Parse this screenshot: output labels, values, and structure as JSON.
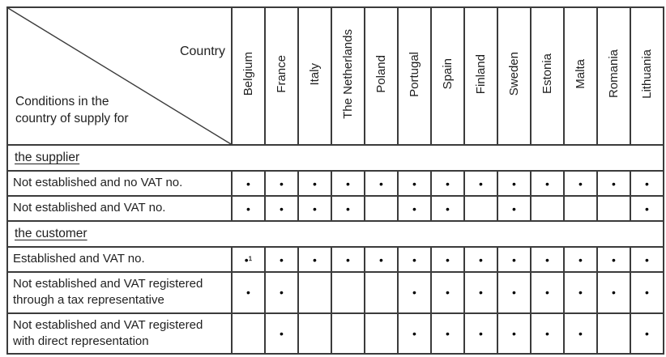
{
  "header": {
    "corner_top_label": "Country",
    "corner_bottom_label": "Conditions in the\ncountry of supply for",
    "countries": [
      "Belgium",
      "France",
      "Italy",
      "The Netherlands",
      "Poland",
      "Portugal",
      "Spain",
      "Finland",
      "Sweden",
      "Estonia",
      "Malta",
      "Romania",
      "Lithuania"
    ]
  },
  "sections": [
    {
      "title": "the supplier",
      "rows": [
        {
          "label": "Not established and no VAT no.",
          "marks": [
            "•",
            "•",
            "•",
            "•",
            "•",
            "•",
            "•",
            "•",
            "•",
            "•",
            "•",
            "•",
            "•"
          ]
        },
        {
          "label": "Not established and VAT no.",
          "marks": [
            "•",
            "•",
            "•",
            "•",
            "",
            "•",
            "•",
            "",
            "•",
            "",
            "",
            "",
            "•"
          ]
        }
      ]
    },
    {
      "title": "the customer",
      "rows": [
        {
          "label": "Established and VAT no.",
          "marks": [
            "•¹",
            "•",
            "•",
            "•",
            "•",
            "•",
            "•",
            "•",
            "•",
            "•",
            "•",
            "•",
            "•"
          ]
        },
        {
          "label": "Not established and VAT registered through a tax representative",
          "marks": [
            "•",
            "•",
            "",
            "",
            "",
            "•",
            "•",
            "•",
            "•",
            "•",
            "•",
            "•",
            "•"
          ]
        },
        {
          "label": "Not established and VAT registered with direct representation",
          "marks": [
            "",
            "•",
            "",
            "",
            "",
            "•",
            "•",
            "•",
            "•",
            "•",
            "•",
            "",
            "•"
          ]
        }
      ]
    }
  ],
  "symbols": {
    "mark": "•",
    "mark_with_footnote": "•¹"
  },
  "colors": {
    "border": "#3b3b3b",
    "text": "#1f1f1f",
    "dot": "#000000",
    "background": "#ffffff"
  }
}
